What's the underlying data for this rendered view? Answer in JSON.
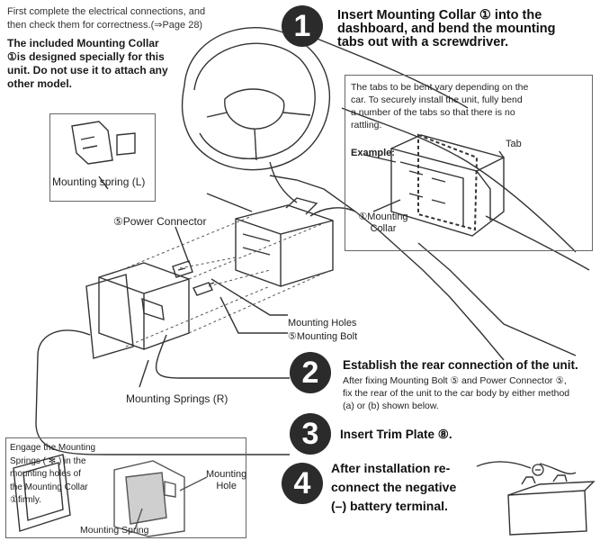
{
  "intro": {
    "line1": "First complete the electrical connections, and",
    "line2": "then check them for correctness.(⇒Page 28)"
  },
  "warning": {
    "line1": "The included Mounting Collar",
    "line2": "①is designed specially for this",
    "line3": "unit. Do not use it to attach any",
    "line4": "other model."
  },
  "step1": {
    "number": "1",
    "head1": "Insert Mounting Collar ① into the",
    "head2": "dashboard, and bend the mounting",
    "head3": "tabs out with a screwdriver.",
    "note1": "The tabs to be bent vary depending on the",
    "note2": "car.  To securely install the unit, fully bend",
    "note3": "a number of the tabs so that there is no",
    "note4": "rattling.",
    "example_label": "Example:",
    "tab_label": "Tab",
    "collar_label1": "①Mounting",
    "collar_label2": "Collar"
  },
  "diagram_labels": {
    "spring_l": "Mounting spring (L)",
    "power_connector": "⑤Power Connector",
    "mounting_holes": "Mounting Holes",
    "mounting_bolt": "⑤Mounting Bolt",
    "springs_r": "Mounting Springs (R)"
  },
  "step2": {
    "number": "2",
    "head": "Establish the rear connection of the unit.",
    "body1": "After fixing Mounting Bolt ⑤ and Power Connector ⑤,",
    "body2": "fix the rear of the unit to the car body by either method",
    "body3": "(a) or (b) shown below."
  },
  "step3": {
    "number": "3",
    "head": "Insert Trim Plate ⑧."
  },
  "step4": {
    "number": "4",
    "head1": "After installation re-",
    "head2": "connect the negative",
    "head3": "(–) battery terminal."
  },
  "engage_box": {
    "line1": "Engage the Mounting",
    "line2": "Springs ( ✻ ) in the",
    "line3": "mounting holes of",
    "line4": "the Mounting Collar",
    "line5": "①firmly.",
    "hole_label1": "Mounting",
    "hole_label2": "Hole",
    "spring_label": "Mounting Spring"
  }
}
